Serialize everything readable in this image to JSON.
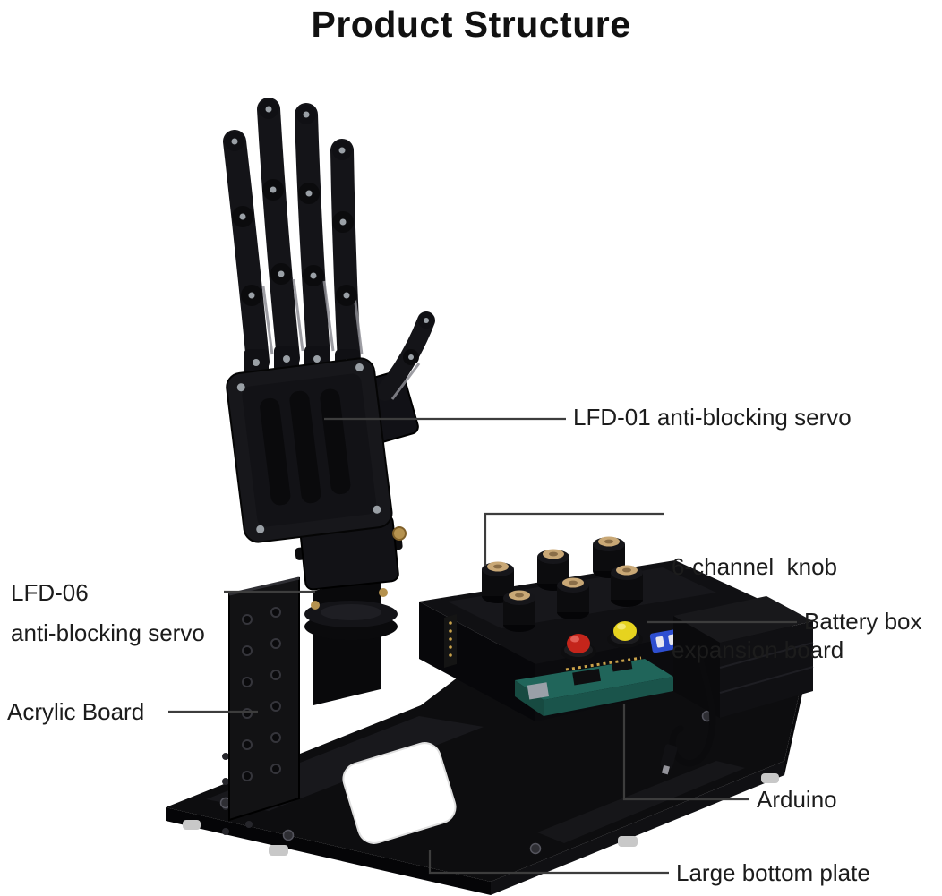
{
  "title": "Product Structure",
  "callouts": {
    "lfd01_servo": {
      "label": "LFD-01 anti-blocking servo"
    },
    "knob_board": {
      "line1": "6-channel  knob",
      "line2": "expansion board"
    },
    "battery_box": {
      "label": "Battery box"
    },
    "lfd06_servo": {
      "line1": "LFD-06",
      "line2": "anti-blocking servo"
    },
    "acrylic_board": {
      "label": "Acrylic Board"
    },
    "arduino": {
      "label": "Arduino"
    },
    "bottom_plate": {
      "label": "Large bottom plate"
    }
  },
  "colors": {
    "background": "#ffffff",
    "title_text": "#111111",
    "label_text": "#1c1c1c",
    "leader_line": "#3d3d3d",
    "robot_body": "#141418",
    "knob_cap": "#c9a876",
    "button_red": "#c4251b",
    "button_yellow": "#e6d31f",
    "dip_switch_blue": "#2e4fd0",
    "pcb_teal": "#20655a"
  }
}
